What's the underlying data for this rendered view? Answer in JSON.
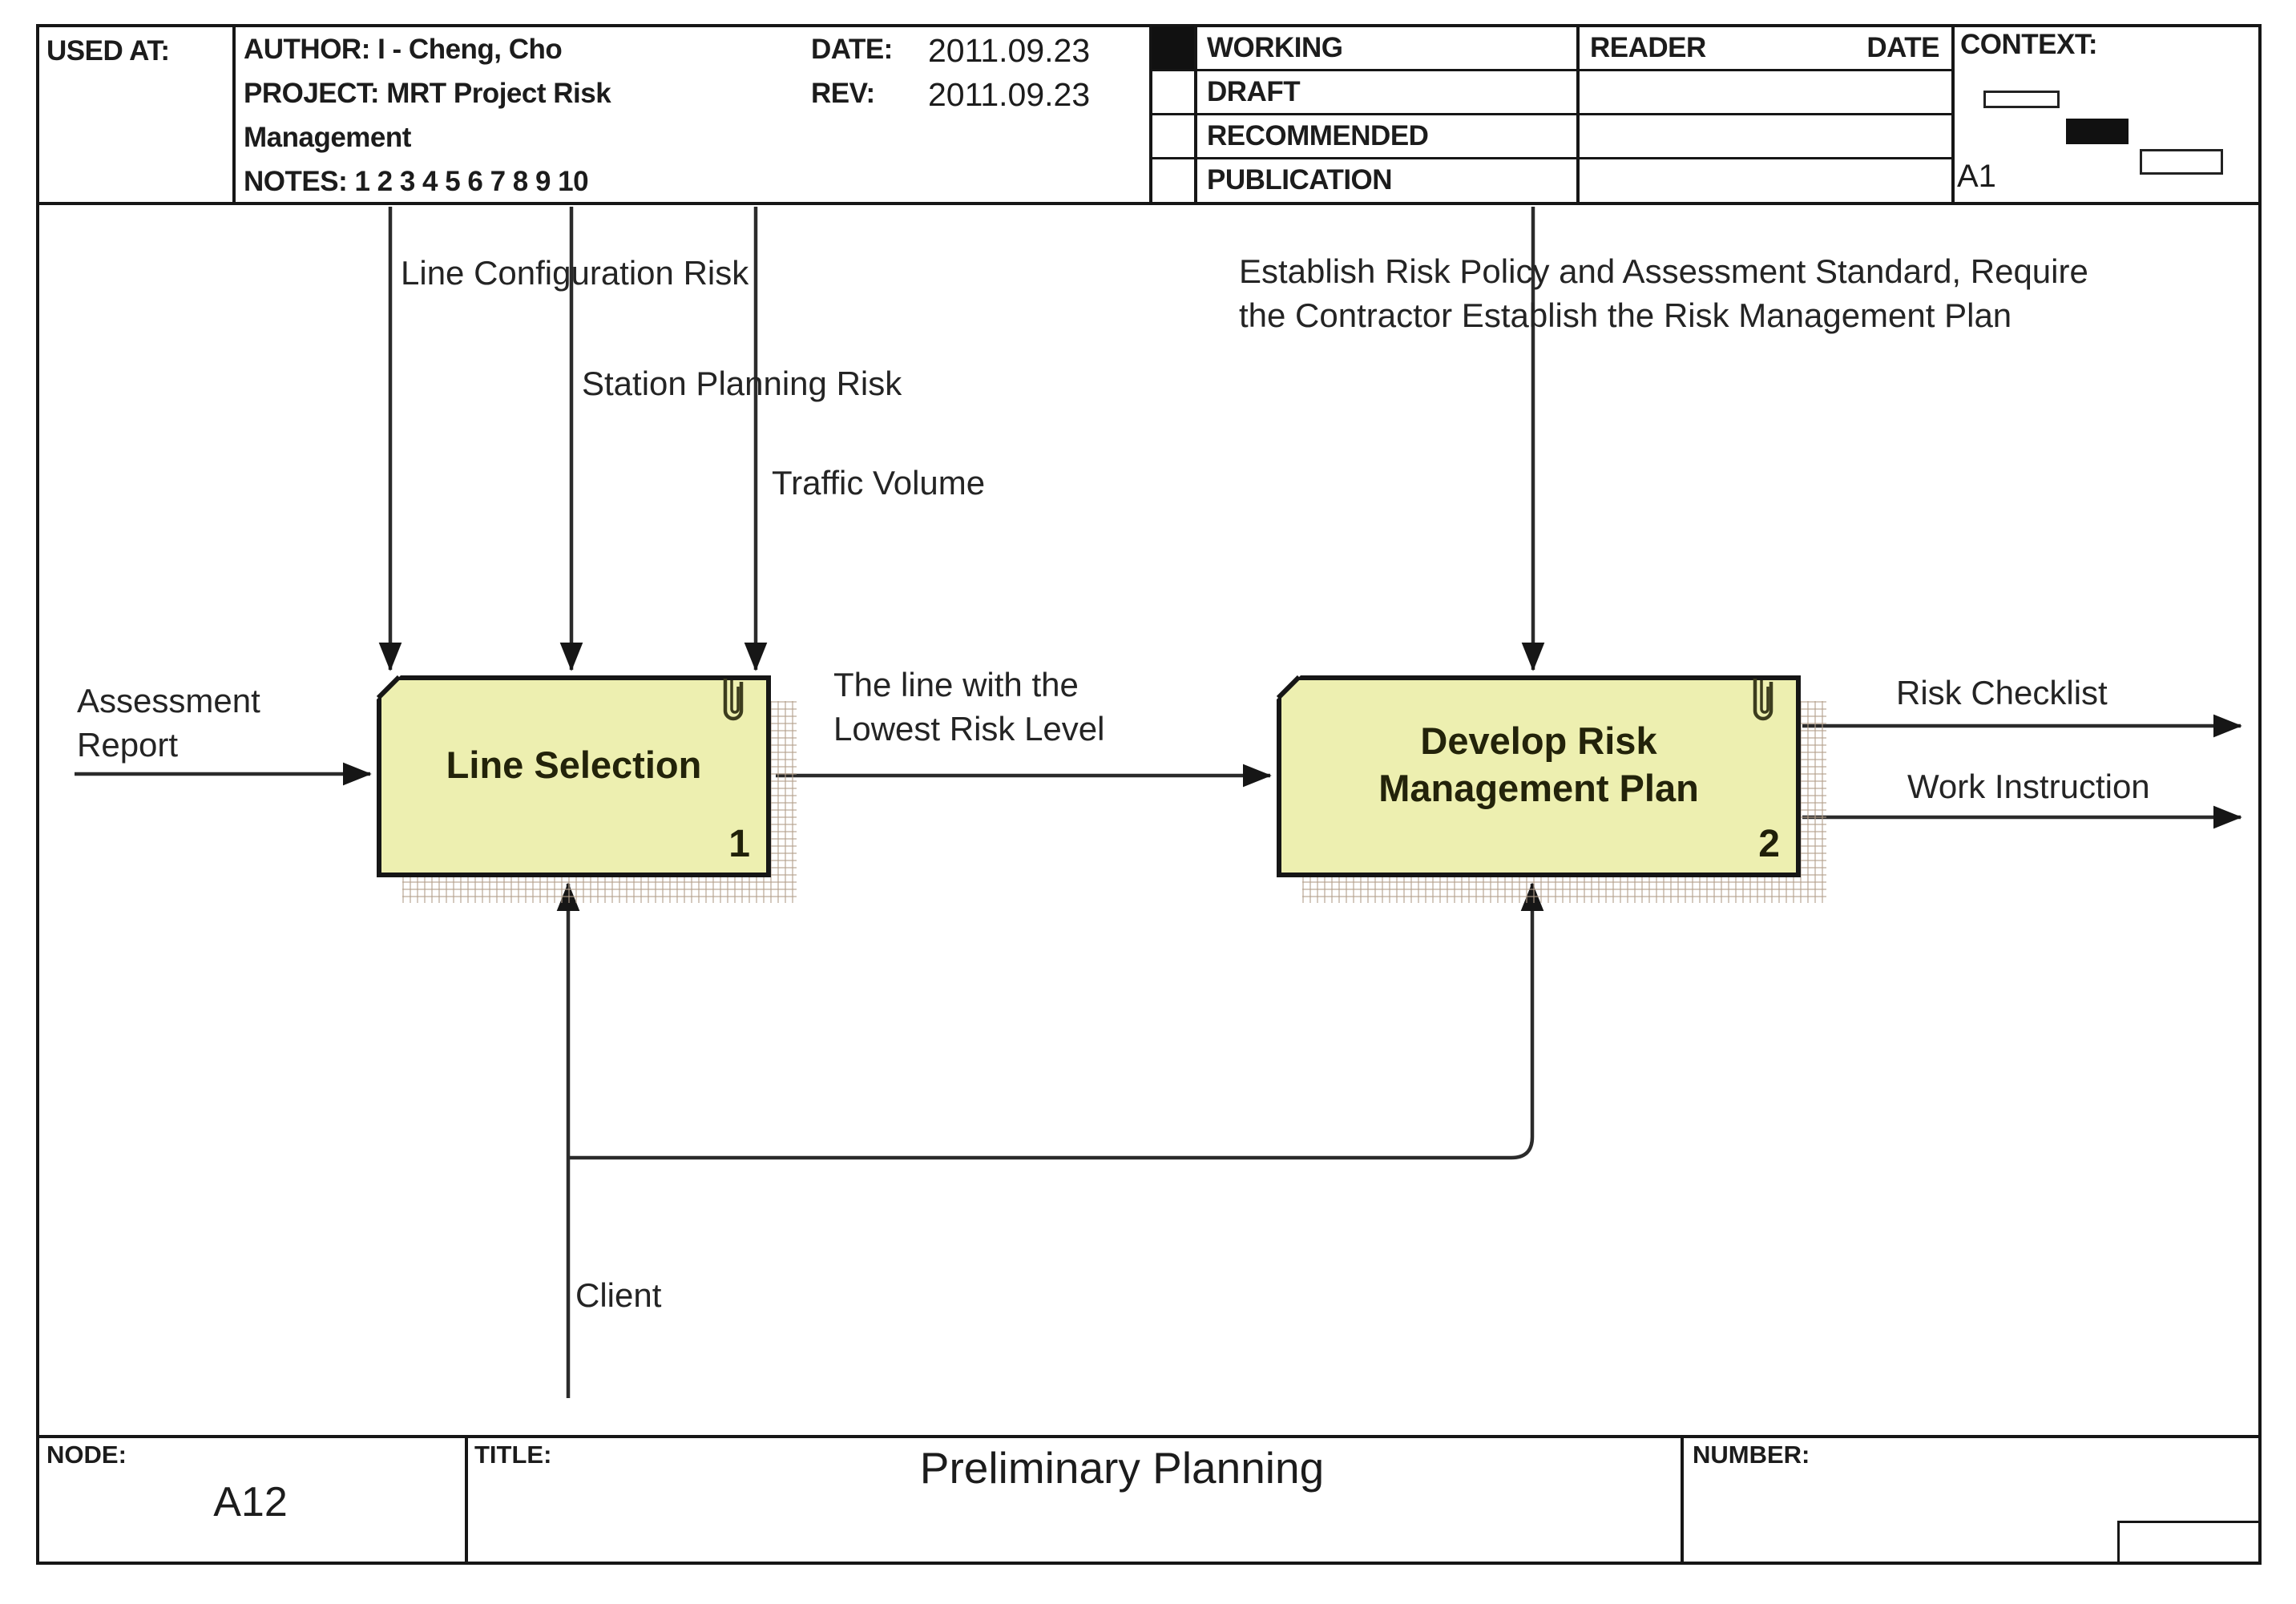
{
  "header": {
    "used_at_label": "USED AT:",
    "author_line": "AUTHOR: I - Cheng, Cho",
    "project_line": "PROJECT: MRT Project Risk",
    "project_line_2": "Management",
    "notes_line": "NOTES: 1 2 3 4 5 6 7 8 9 10",
    "date_label": "DATE:",
    "date_value": "2011.09.23",
    "rev_label": "REV:",
    "rev_value": "2011.09.23",
    "status_rows": [
      "WORKING",
      "DRAFT",
      "RECOMMENDED",
      "PUBLICATION"
    ],
    "reader_label": "READER",
    "reader_date_label": "DATE",
    "context_label": "CONTEXT:",
    "context_node_id": "A1"
  },
  "diagram": {
    "control_labels": {
      "line_configuration_risk": "Line Configuration Risk",
      "station_planning_risk": "Station Planning Risk",
      "traffic_volume": "Traffic Volume",
      "establish_policy": "Establish Risk Policy and Assessment Standard, Require\nthe Contractor Establish the Risk Management Plan"
    },
    "input_labels": {
      "assessment_report": "Assessment\nReport"
    },
    "flow_labels": {
      "lowest_risk_line": "The line with the\nLowest Risk Level"
    },
    "output_labels": {
      "risk_checklist": "Risk Checklist",
      "work_instruction": "Work Instruction"
    },
    "mechanism_labels": {
      "client": "Client"
    },
    "boxes": [
      {
        "title": "Line Selection",
        "number": "1"
      },
      {
        "title": "Develop Risk\nManagement Plan",
        "number": "2"
      }
    ]
  },
  "footer": {
    "node_label": "NODE:",
    "node_value": "A12",
    "title_label": "TITLE:",
    "title_value": "Preliminary Planning",
    "number_label": "NUMBER:"
  },
  "colors": {
    "box_fill": "#edefb0",
    "box_border": "#161616",
    "arrow_line": "#2b2b2b",
    "working_checkbox_fill": "#111111"
  }
}
